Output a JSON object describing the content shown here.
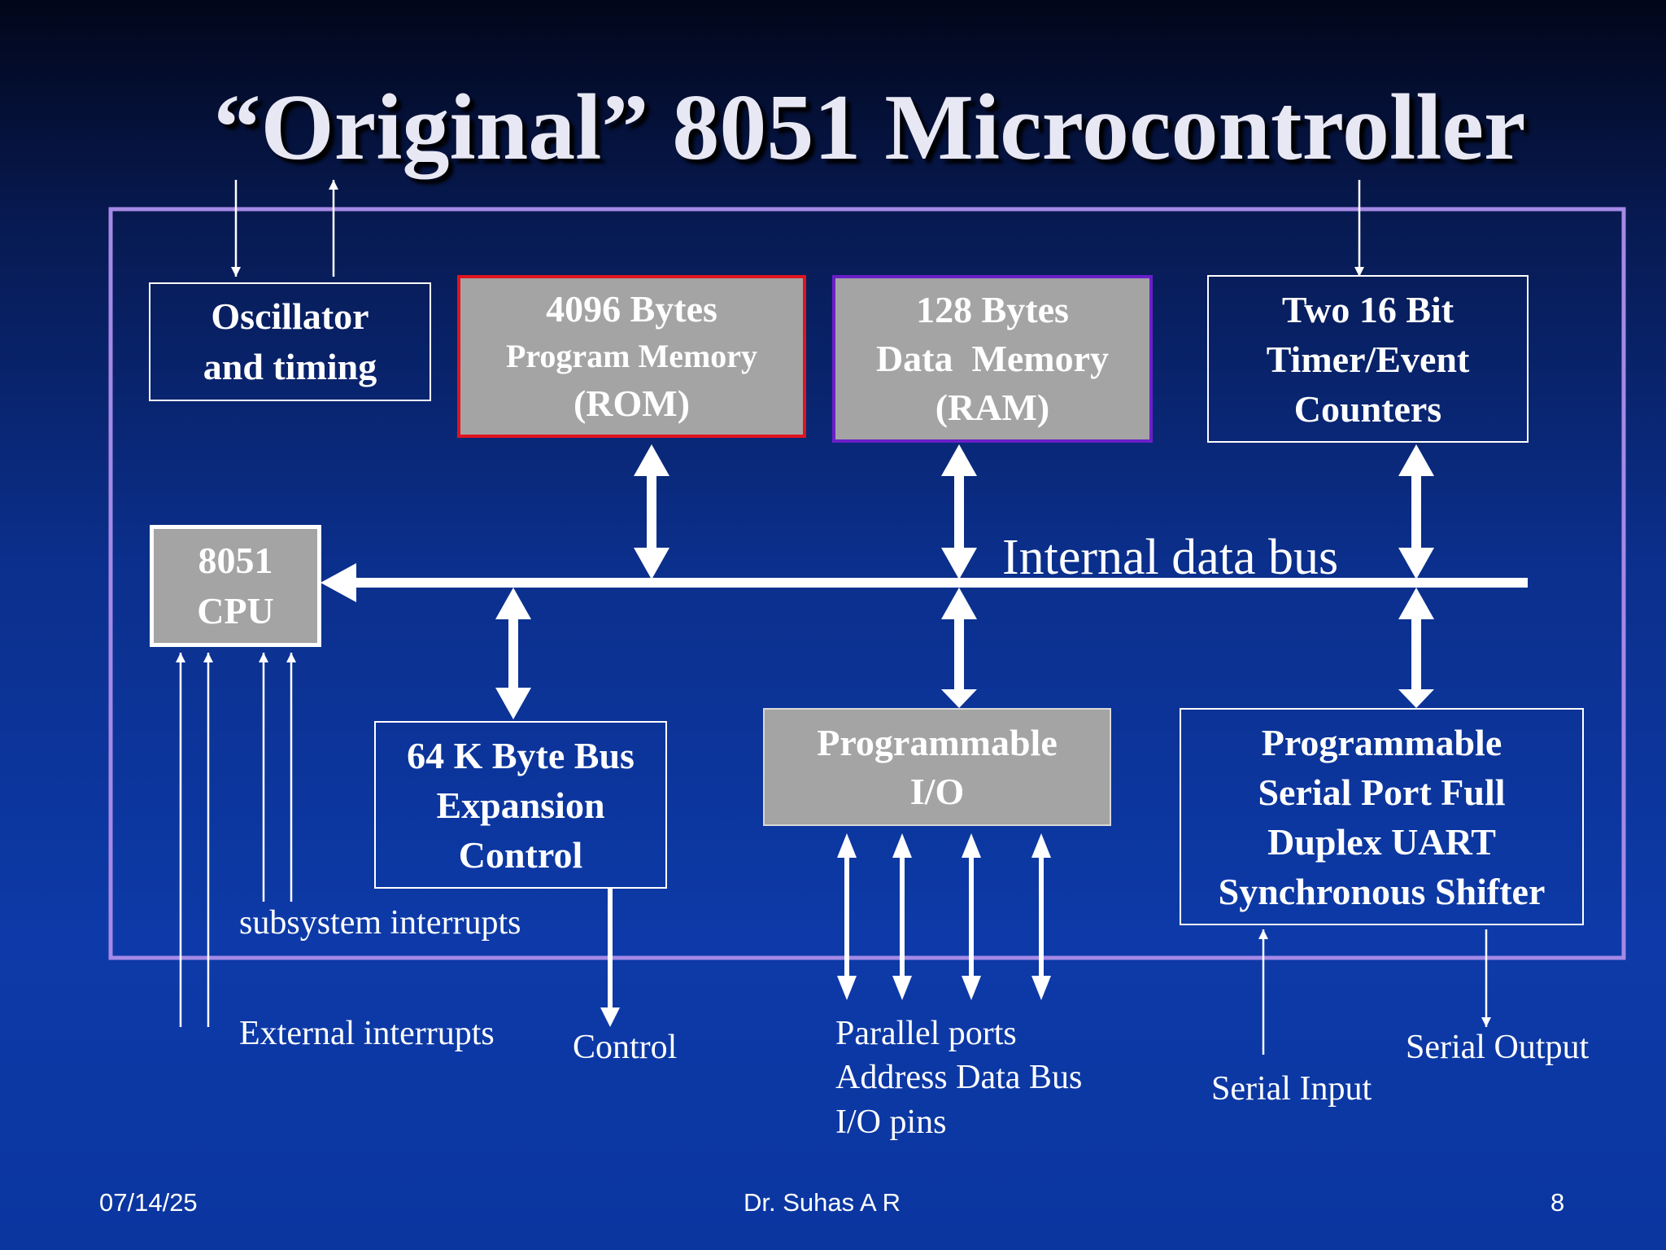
{
  "slide": {
    "title": "“Original” 8051 Microcontroller",
    "footer": {
      "date": "07/14/25",
      "author": "Dr. Suhas A R",
      "page": "8"
    }
  },
  "blocks": {
    "oscillator": [
      "Oscillator",
      "and timing"
    ],
    "rom": [
      "4096 Bytes",
      "Program Memory",
      "(ROM)"
    ],
    "ram": [
      "128 Bytes",
      "Data  Memory",
      "(RAM)"
    ],
    "timer": [
      "Two 16 Bit",
      "Timer/Event",
      "Counters"
    ],
    "cpu": [
      "8051",
      "CPU"
    ],
    "bus_expansion": [
      "64 K Byte Bus",
      "Expansion",
      "Control"
    ],
    "io": [
      "Programmable",
      "I/O"
    ],
    "serial": [
      "Programmable",
      "Serial Port Full",
      "Duplex UART",
      "Synchronous Shifter"
    ]
  },
  "labels": {
    "internal_bus": "Internal data bus",
    "subsystem_interrupts": "subsystem interrupts",
    "external_interrupts": "External interrupts",
    "control": "Control",
    "parallel": [
      "Parallel ports",
      "Address Data Bus",
      "I/O pins"
    ],
    "serial_input": "Serial Input",
    "serial_output": "Serial Output"
  },
  "colors": {
    "chip_border": "#a58ae6",
    "rom_border": "#e0141e",
    "ram_border": "#6a1fc8",
    "grey_fill": "#a4a4a4"
  }
}
